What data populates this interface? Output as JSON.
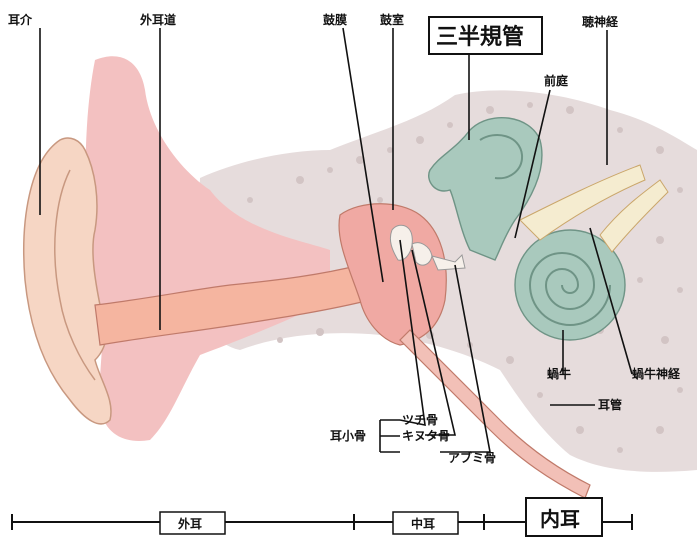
{
  "labels": {
    "auricle": "耳介",
    "external_canal": "外耳道",
    "eardrum": "鼓膜",
    "tympanic_cavity": "鼓室",
    "semicircular_canals": "三半規管",
    "auditory_nerve": "聴神経",
    "vestibule": "前庭",
    "cochlea": "蝸牛",
    "cochlear_nerve": "蝸牛神経",
    "eustachian_tube": "耳管",
    "ossicles_group": "耳小骨",
    "malleus": "ツチ骨",
    "incus": "キヌタ骨",
    "stapes": "アブミ骨"
  },
  "scale": {
    "outer": "外耳",
    "middle": "中耳",
    "inner": "内耳"
  }
}
